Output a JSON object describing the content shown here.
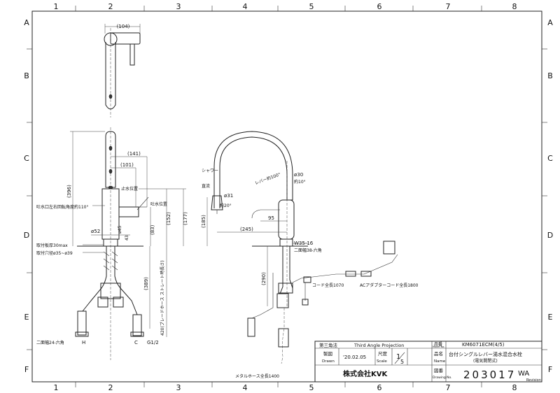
{
  "grid": {
    "columns": [
      "1",
      "2",
      "3",
      "4",
      "5",
      "6",
      "7",
      "8"
    ],
    "rows": [
      "A",
      "B",
      "C",
      "D",
      "E",
      "F"
    ]
  },
  "top_view": {
    "width_label": "(104)"
  },
  "front_view": {
    "labels": {
      "h396": "(396)",
      "h141": "(141)",
      "h101": "(101)",
      "stop_pos": "止水位置",
      "discharge_pos": "吐水位置",
      "spout_angle": "吐水口左右回転角度約110°",
      "d52": "ø52",
      "d45": "ø45",
      "d43": "43",
      "h83": "(83)",
      "h152": "(152)",
      "h177": "(177)",
      "plate_thickness": "取付板厚30max",
      "hole_dia": "取付穴径ø35~ø39",
      "h389": "(389)",
      "hose_note": "420(ブレードホース ストレート時長さ)",
      "hex24": "二面幅24-六角",
      "mark_h": "H",
      "mark_c": "C",
      "thread": "G1/2"
    }
  },
  "side_view": {
    "labels": {
      "shower": "シャワー",
      "straight": "直流",
      "lever": "レバー約100°",
      "d30": "ø30",
      "a10": "約10°",
      "d31": "ø31",
      "a20": "約20°",
      "h185": "(185)",
      "w245": "(245)",
      "w95": "95",
      "thread35": "W35-16",
      "hex38": "二面幅38-六角",
      "h290": "(290)",
      "cord1070": "コード全長1070",
      "ac_cord": "ACアダプターコード全長1800",
      "metal_hose": "メタルホース全長1400"
    }
  },
  "title_block": {
    "projection_jp": "第三角法",
    "projection_en": "Third Angle Projection",
    "drawn_label": "製図",
    "drawn_sub": "Drawn",
    "drawn_date": "'20.02.05",
    "scale_label": "尺度",
    "scale_sub": "Scale",
    "scale_num": "1",
    "scale_den": "5",
    "model_label": "品番",
    "model_sub": "Model No.",
    "model_no": "KM6071ECM(4/5)",
    "name_label": "品名",
    "name_sub": "Name",
    "product_name": "台付シングルレバー湯水混合水栓",
    "product_sub": "(電気開閉式)",
    "company": "株式会社KVK",
    "drawing_label": "図番",
    "drawing_sub": "Drawing No.",
    "drawing_no": "203017",
    "revision": "WA",
    "revision_label": "Revision"
  }
}
